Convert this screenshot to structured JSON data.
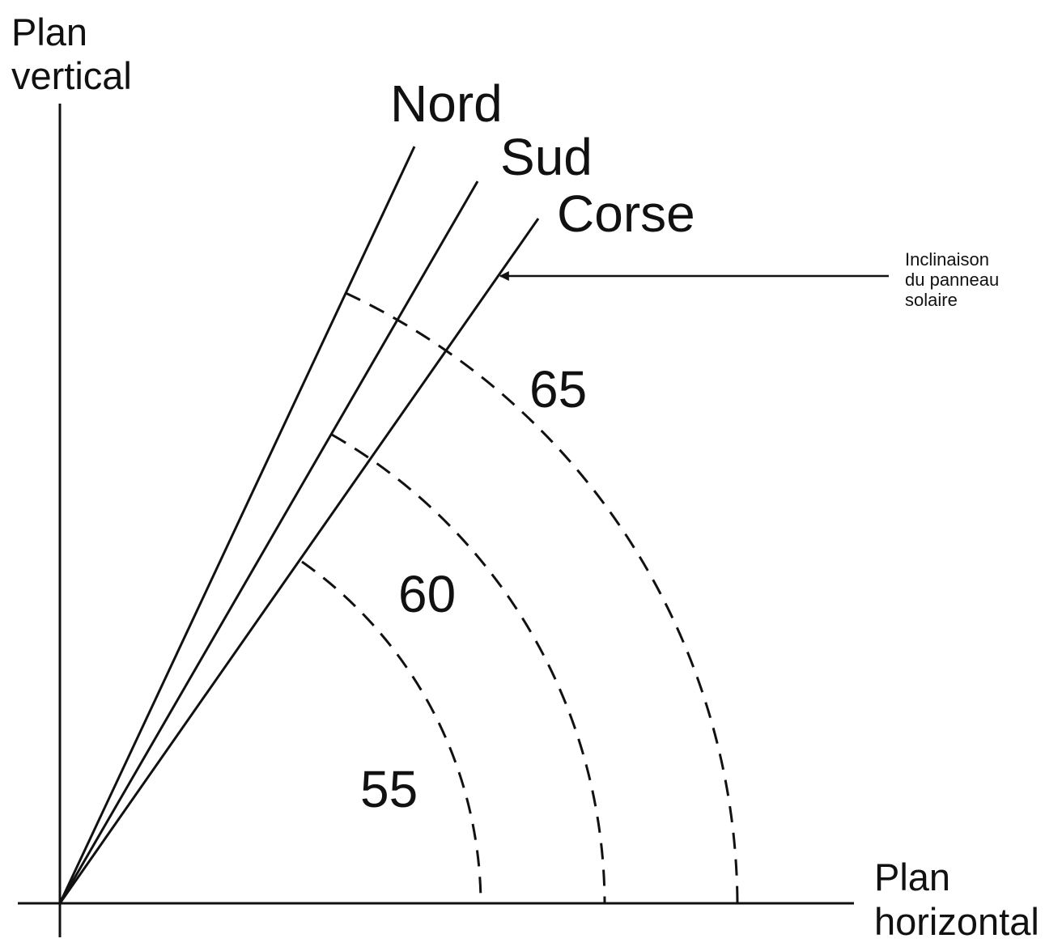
{
  "axes": {
    "vertical_label": [
      "Plan",
      "vertical"
    ],
    "horizontal_label": [
      "Plan",
      "horizontal"
    ]
  },
  "rays": [
    {
      "name": "Nord"
    },
    {
      "name": "Sud"
    },
    {
      "name": "Corse"
    }
  ],
  "arcs": [
    {
      "label": "55"
    },
    {
      "label": "60"
    },
    {
      "label": "65"
    }
  ],
  "annotation": {
    "lines": [
      "Inclinaison",
      "du panneau",
      "solaire"
    ]
  }
}
